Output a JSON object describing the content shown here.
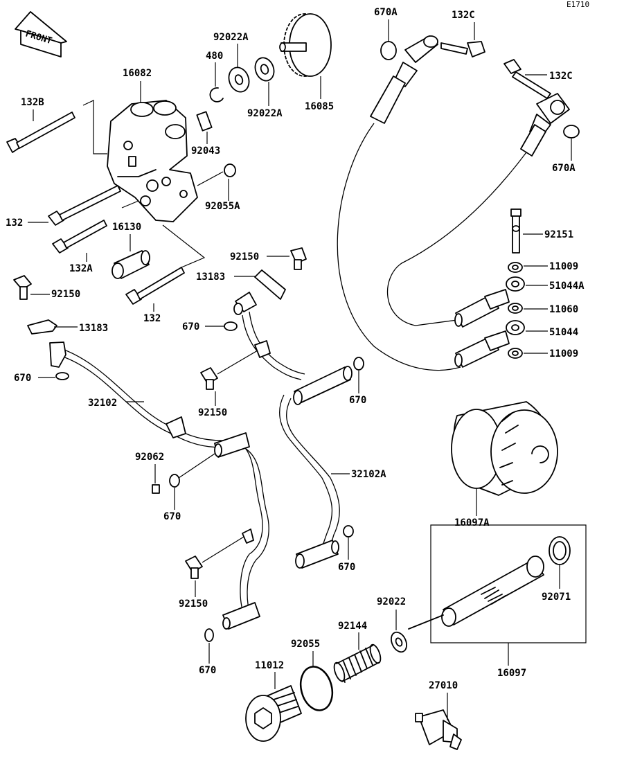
{
  "diagram_code": "E1710",
  "front_label": "FRONT",
  "parts": {
    "p16082": "16082",
    "p132B": "132B",
    "p480": "480",
    "p92022A_1": "92022A",
    "p92022A_2": "92022A",
    "p16085": "16085",
    "p92043": "92043",
    "p92055A": "92055A",
    "p132_1": "132",
    "p132A": "132A",
    "p16130": "16130",
    "p132_2": "132",
    "p92150_1": "92150",
    "p13183_1": "13183",
    "p92150_2": "92150",
    "p13183_2": "13183",
    "p670_1": "670",
    "p670_2": "670",
    "p32102": "32102",
    "p92150_3": "92150",
    "p670_3": "670",
    "p92062": "92062",
    "p670_4": "670",
    "p32102A": "32102A",
    "p670_5": "670",
    "p92150_4": "92150",
    "p670_6": "670",
    "p670A_1": "670A",
    "p132C_1": "132C",
    "p132C_2": "132C",
    "p670A_2": "670A",
    "p92151": "92151",
    "p11009_1": "11009",
    "p51044A": "51044A",
    "p11060": "11060",
    "p51044": "51044",
    "p11009_2": "11009",
    "p16097A": "16097A",
    "p92022": "92022",
    "p92071": "92071",
    "p92144": "92144",
    "p92055": "92055",
    "p11012": "11012",
    "p16097": "16097",
    "p27010": "27010"
  }
}
